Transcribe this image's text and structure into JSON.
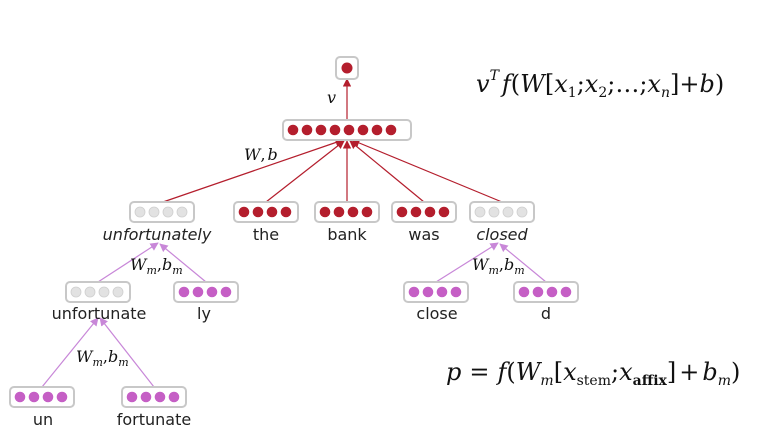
{
  "colors": {
    "red": "#b41e2d",
    "purple": "#c55fc5",
    "gray_dot": "#dcdcdc",
    "box_stroke": "#c8c8c8",
    "red_arrow": "#b41e2d",
    "purple_arrow": "#c887d8"
  },
  "words": {
    "unfortunately": "unfortunately",
    "the": "the",
    "bank": "bank",
    "was": "was",
    "closed": "closed",
    "unfortunate": "unfortunate",
    "ly": "ly",
    "close": "close",
    "d": "d",
    "un": "un",
    "fortunate": "fortunate"
  },
  "edge_labels": {
    "v": "v",
    "W": "W",
    "comma": ",",
    "b": "b",
    "Wm_W": "W",
    "Wm_sub": "m",
    "Wm_comma": ",",
    "Wm_b": "b",
    "Wm_bsub": "m"
  },
  "formula_top": {
    "v": "v",
    "T": "T",
    "f": "f",
    "open": "(",
    "W": "W",
    "lbr": "[",
    "x1": "x",
    "s1": "1",
    "sep1": ";",
    "x2": "x",
    "s2": "2",
    "sep2": ";…;",
    "xn": "x",
    "sn": "n",
    "rbr": "]",
    "plus": "+",
    "b": "b",
    "close": ")"
  },
  "formula_bottom": {
    "p": "p",
    "eq": "=",
    "f": "f",
    "open": "(",
    "W": "W",
    "Wsub": "m",
    "lbr": "[",
    "x1": "x",
    "stem": "stem",
    "sep": ";",
    "x2": "x",
    "affix": "affix",
    "rbr": "]",
    "plus": "+",
    "b": "b",
    "bsub": "m",
    "close": ")"
  }
}
